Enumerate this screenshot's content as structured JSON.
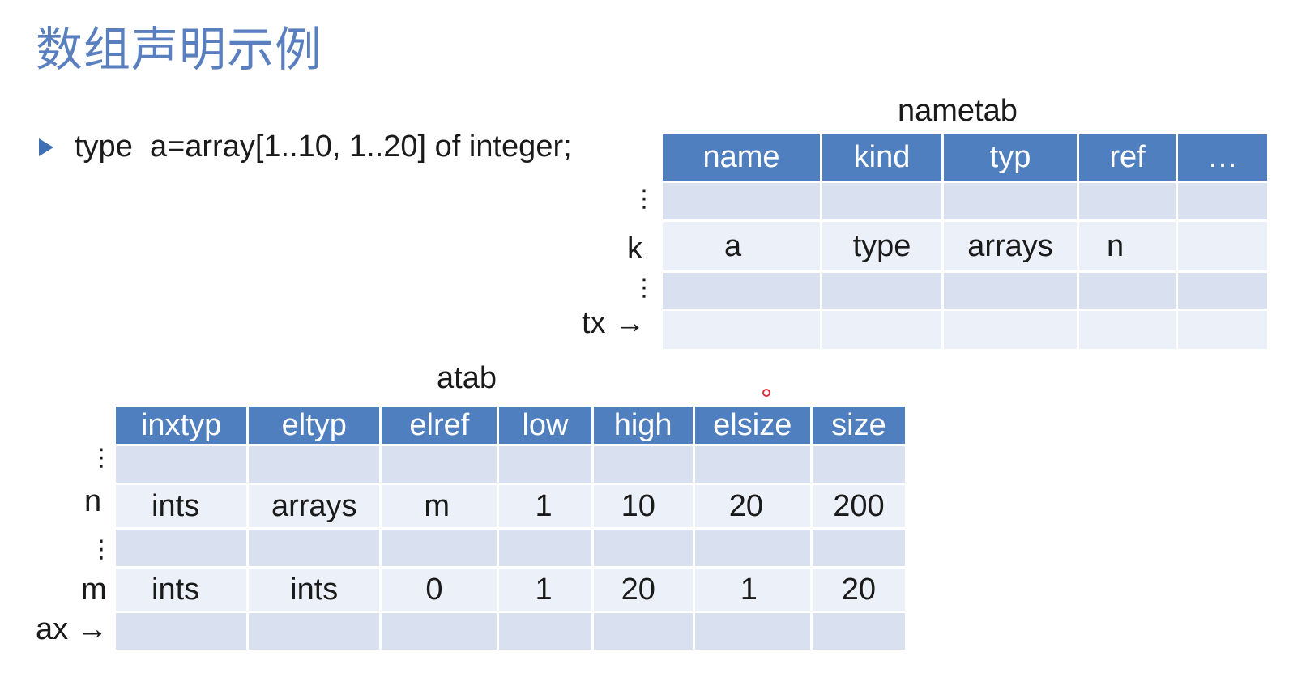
{
  "title": "数组声明示例",
  "bullet": {
    "text": "type  a=array[1..10, 1..20] of integer;"
  },
  "nametab": {
    "caption": "nametab",
    "headers": [
      "name",
      "kind",
      "typ",
      "ref",
      "…"
    ],
    "rows": [
      [
        "",
        "",
        "",
        "",
        ""
      ],
      [
        "a",
        "type",
        "arrays",
        "n",
        ""
      ],
      [
        "",
        "",
        "",
        "",
        ""
      ],
      [
        "",
        "",
        "",
        "",
        ""
      ]
    ],
    "row_labels": [
      "⋮",
      "k",
      "⋮",
      "tx →"
    ]
  },
  "atab": {
    "caption": "atab",
    "headers": [
      "inxtyp",
      "eltyp",
      "elref",
      "low",
      "high",
      "elsize",
      "size"
    ],
    "rows": [
      [
        "",
        "",
        "",
        "",
        "",
        "",
        ""
      ],
      [
        "ints",
        "arrays",
        "m",
        "1",
        "10",
        "20",
        "200"
      ],
      [
        "",
        "",
        "",
        "",
        "",
        "",
        ""
      ],
      [
        "ints",
        "ints",
        "0",
        "1",
        "20",
        "1",
        "20"
      ],
      [
        "",
        "",
        "",
        "",
        "",
        "",
        ""
      ]
    ],
    "row_labels": [
      "⋮",
      "n",
      "⋮",
      "m",
      "ax →"
    ]
  },
  "colors": {
    "title": "#5a7fbe",
    "header_bg": "#4f7fbf",
    "row_shade": "#d9e1f1",
    "row_light": "#ecf0f8",
    "bullet_marker": "#3f6fb5",
    "pointer_dot": "#e0303a"
  }
}
